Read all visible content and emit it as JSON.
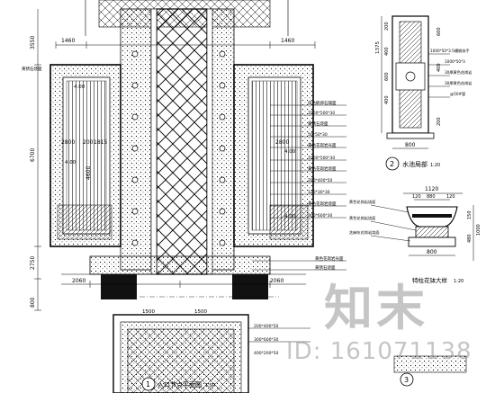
{
  "plan": {
    "title": "入口节点平面图",
    "scale": "1:50",
    "number": "1",
    "top_dims": [
      "1460",
      "1460"
    ],
    "left_vertical_dims": [
      "3550",
      "6700",
      "2750",
      "800"
    ],
    "inner_dims": [
      "2800",
      "1815",
      "2800",
      "4600",
      "200"
    ],
    "bottom_dims": [
      "2060",
      "2060",
      "1500",
      "1500"
    ],
    "left_leader": "黄锈石烧面",
    "right_leaders": [
      "白色鹅卵石铺面",
      "1000*500*30",
      "黄锈石烧面",
      "50*50*30",
      "黄色花岗岩光面",
      "1000*500*30",
      "黄色花岗岩烧面",
      "200*400*50",
      "120*30*30",
      "黄色花岗岩烧面",
      "300*600*30"
    ],
    "lower_leaders": [
      "黄色花岗岩光面",
      "黄锈石烧面",
      "200*400*50",
      "300*600*30",
      "400*200*50"
    ],
    "elevation_marks": [
      "4.00",
      "4.00",
      "4.00",
      "4.00"
    ]
  },
  "detail2": {
    "number": "2",
    "title": "水池局部",
    "scale": "1:20",
    "dims": [
      "1375",
      "200",
      "400",
      "600",
      "400",
      "600",
      "400",
      "200"
    ],
    "width_dim": "800",
    "leaders": [
      "1000*50*3.5槽钢扶手",
      "1000*50*3",
      "30厚黄色花岗岩",
      "30厚黄色花岗岩",
      "@50#管"
    ]
  },
  "detail3": {
    "number": "3",
    "title": "特柱花钵大样",
    "scale": "1:20",
    "dims": [
      "1120",
      "120",
      "880",
      "120",
      "800"
    ],
    "height_dims": [
      "150",
      "480",
      "1000"
    ],
    "leaders": [
      "黄色花岗岩烧面",
      "黄色花岗岩烧面",
      "芝麻灰花岗岩烧面"
    ]
  },
  "watermark": {
    "logo": "知末",
    "id": "ID: 161071138"
  }
}
